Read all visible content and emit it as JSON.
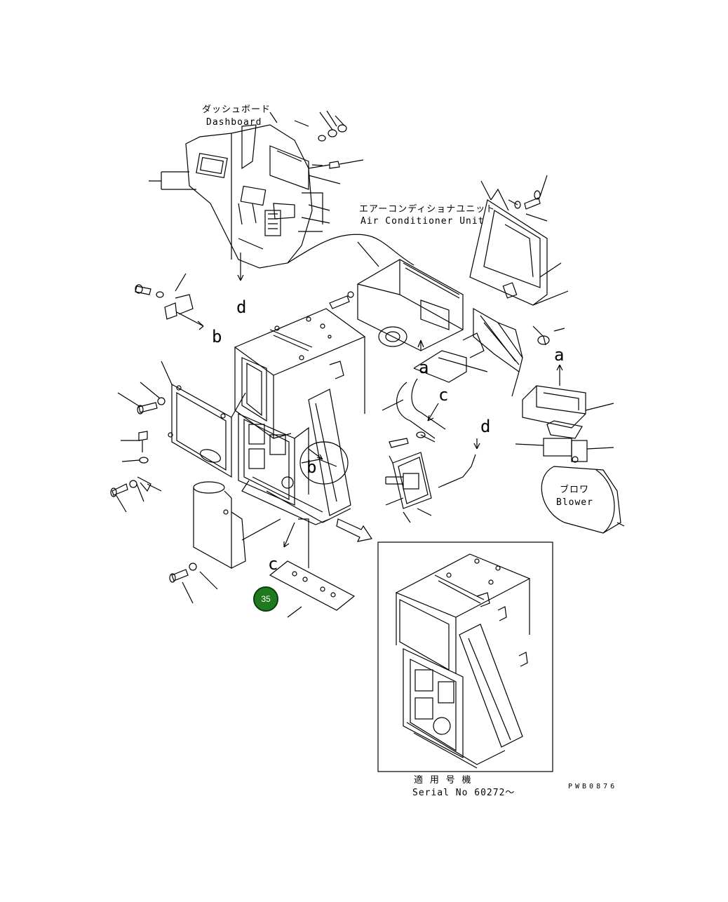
{
  "labels": {
    "dashboard_jp": "ダッシュボード",
    "dashboard_en": "Dashboard",
    "aircon_jp": "エアーコンディショナユニット",
    "aircon_en": "Air Conditioner Unit",
    "blower_jp": "ブロワ",
    "blower_en": "Blower",
    "serial_jp": "適 用 号 機",
    "serial_en": "Serial No 60272～",
    "drawing_code": "PWB0876"
  },
  "refs": {
    "a_top": "a",
    "a_bottom": "a",
    "b_arrow": "b",
    "b_circle": "b",
    "c_top": "c",
    "c_bottom": "c",
    "d_top": "d",
    "d_right": "d"
  },
  "callouts": [
    {
      "id": "35",
      "label": "35"
    }
  ],
  "colors": {
    "line": "#000000",
    "callout_fill": "#1f7a1f",
    "callout_text": "#ffffff"
  }
}
